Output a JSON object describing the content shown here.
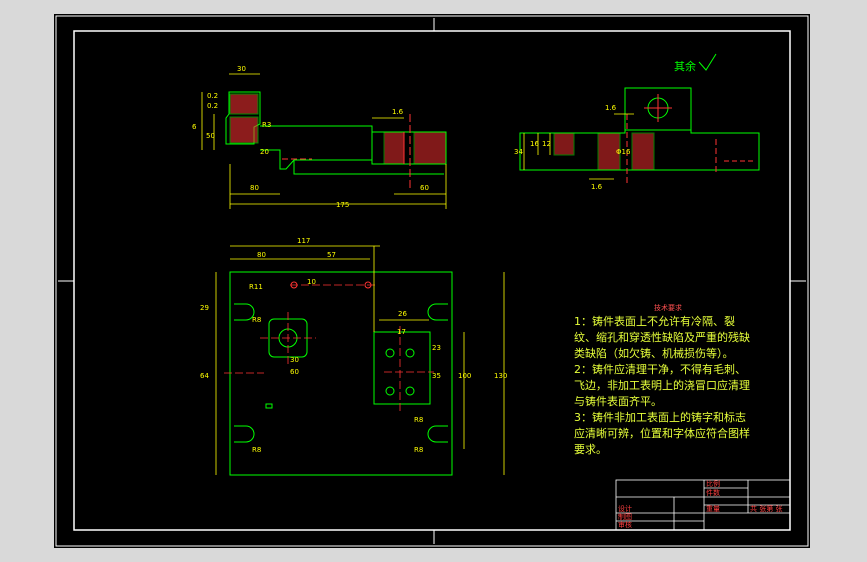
{
  "drawing": {
    "surface_roughness_note": "其余",
    "roughness_value": "1.6",
    "dims_front": [
      "30",
      "0.2",
      "0.2",
      "6",
      "50",
      "R3",
      "20",
      "80",
      "60",
      "175",
      "1.6"
    ],
    "dims_side": [
      "1.6",
      "34",
      "16",
      "12",
      "Φ16",
      "1.6"
    ],
    "dims_plan": [
      "117",
      "80",
      "57",
      "10",
      "R11",
      "29",
      "60",
      "17",
      "26",
      "23",
      "35",
      "30",
      "64",
      "100",
      "130",
      "R8",
      "R8",
      "R8",
      "R8"
    ],
    "tech_requirements": {
      "title": "技术要求",
      "lines": [
        "1：铸件表面上不允许有冷隔、裂",
        "纹、缩孔和穿透性缺陷及严重的残缺",
        "类缺陷（如欠铸、机械损伤等）。",
        "2：铸件应清理干净，不得有毛刺、",
        "飞边，非加工表明上的浇冒口应清理",
        "与铸件表面齐平。",
        "3：铸件非加工表面上的铸字和标志",
        "应清晰可辨，位置和字体应符合图样",
        "要求。"
      ]
    },
    "title_block": {
      "labels": [
        "比例",
        "件数",
        "重量",
        "共 张第 张",
        "设计",
        "制图",
        "审核"
      ]
    }
  },
  "colors": {
    "background": "#000000",
    "frame": "#ffffff",
    "geometry": "#00ff00",
    "hidden": "#ff0000",
    "dimension": "#ffff00",
    "hatch": "#ff3333"
  }
}
